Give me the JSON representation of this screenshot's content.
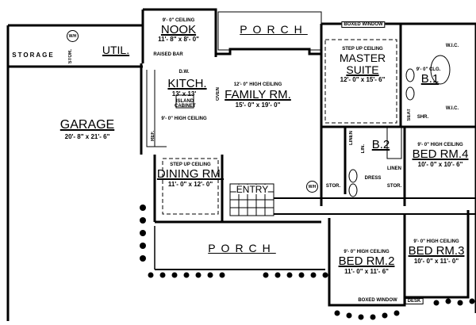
{
  "rooms": {
    "storage": {
      "name": "STORAGE"
    },
    "stor_util": {
      "name": "STOR."
    },
    "wh_util": {
      "name": "W/H"
    },
    "util": {
      "name": "UTIL."
    },
    "nook": {
      "ceiling": "9'- 0\" CEILING",
      "name": "NOOK",
      "dims": "11'- 8\" x 8'- 0\""
    },
    "raised_bar": {
      "name": "RAISED BAR"
    },
    "dw": {
      "name": "D.W."
    },
    "kitchen": {
      "name": "KITCH.",
      "dims": "13' x 13'",
      "island": "ISLAND CABINET",
      "ceiling": "9'- 0\" HIGH CEILING"
    },
    "oven": {
      "name": "OVEN"
    },
    "ref": {
      "name": "REF."
    },
    "garage": {
      "name": "GARAGE",
      "dims": "20'- 8\" x 21'- 6\""
    },
    "porch_top": {
      "name": "PORCH"
    },
    "family": {
      "ceiling": "12'- 0\" HIGH CEILING",
      "name": "FAMILY RM.",
      "dims": "15'- 0\" x 19'- 0\""
    },
    "boxed_window_top": {
      "name": "BOXED WINDOW"
    },
    "master": {
      "ceiling": "STEP UP CEILING",
      "name1": "MASTER",
      "name2": "SUITE",
      "dims": "12'- 0\" x 15'- 6\""
    },
    "wic1": {
      "name": "W.I.C."
    },
    "wic2": {
      "name": "W.I.C."
    },
    "bath1": {
      "ceiling": "9'- 0\" CLG.",
      "name": "B.1"
    },
    "seat": {
      "name": "SEAT"
    },
    "shower": {
      "name": "SHR."
    },
    "linen1": {
      "name": "LINEN"
    },
    "lin": {
      "name": "LIN."
    },
    "bath2": {
      "name": "B.2"
    },
    "linen2": {
      "name": "LINEN"
    },
    "dress": {
      "name": "DRESS"
    },
    "stor2": {
      "name": "STOR."
    },
    "stor3": {
      "name": "STOR."
    },
    "wh_hall": {
      "name": "W/H"
    },
    "bed4": {
      "ceiling": "9'- 0\" HIGH CEILING",
      "name": "BED RM.4",
      "dims": "10'- 0\" x 10'- 6\""
    },
    "dining": {
      "ceiling": "STEP UP CEILING",
      "name": "DINING RM.",
      "dims": "11'- 0\" x 12'- 0\""
    },
    "entry": {
      "name": "ENTRY"
    },
    "porch_bottom": {
      "name": "PORCH"
    },
    "bed2": {
      "ceiling": "9'- 0\" HIGH CEILING",
      "name": "BED RM.2",
      "dims": "11'- 0\" x 11'- 6\""
    },
    "bed3": {
      "ceiling": "9'- 0\" HIGH CEILING",
      "name": "BED RM.3",
      "dims": "10'- 0\" x 11'- 0\""
    },
    "boxed_window_bottom": {
      "name": "BOXED WINDOW"
    },
    "desk": {
      "name": "DESK"
    }
  }
}
